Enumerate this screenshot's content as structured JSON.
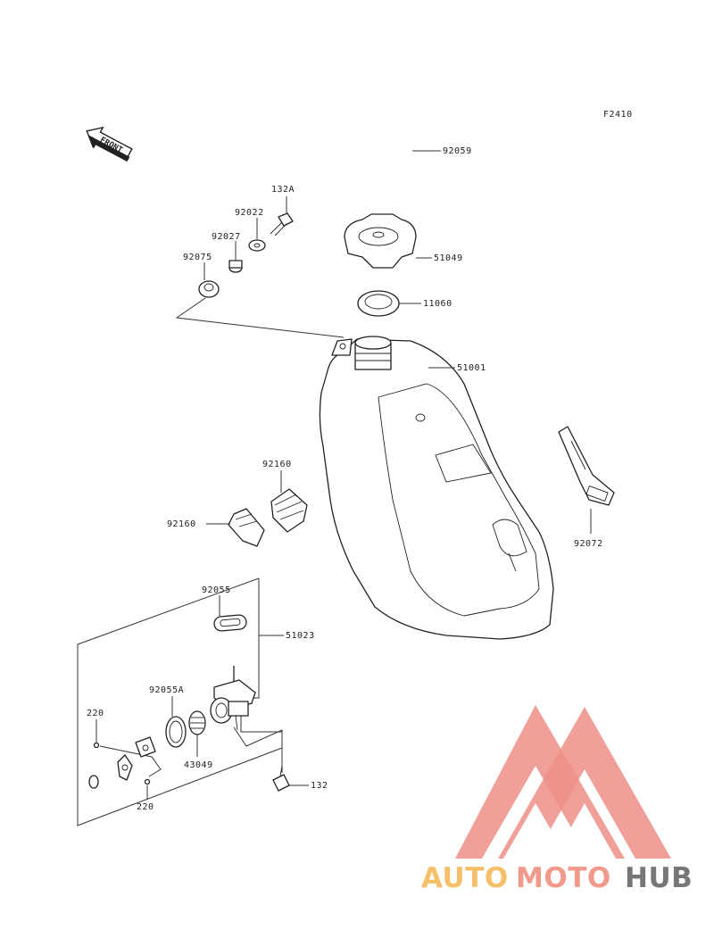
{
  "diagram": {
    "code": "F2410",
    "front_label": "FRONT",
    "parts": {
      "fuel_line": "92059",
      "cap_bolt": "132A",
      "washer": "92022",
      "collar": "92027",
      "damper": "92075",
      "tank_cap": "51049",
      "gasket": "11060",
      "tank": "51001",
      "pad_top": "92160",
      "pad_left": "92160",
      "strap": "92072",
      "petcock_gasket": "92055",
      "fuel_cock": "51023",
      "o_ring": "92055A",
      "screw_top": "220",
      "screw_bottom": "220",
      "filter": "43049",
      "bolt": "132"
    }
  },
  "watermark": {
    "auto": "AUTO",
    "moto": "MOTO",
    "hub": "HUB",
    "colors": {
      "auto": "#f6c06a",
      "moto": "#f19a8c",
      "hub": "#777777",
      "logo": "#ef8f87"
    }
  }
}
